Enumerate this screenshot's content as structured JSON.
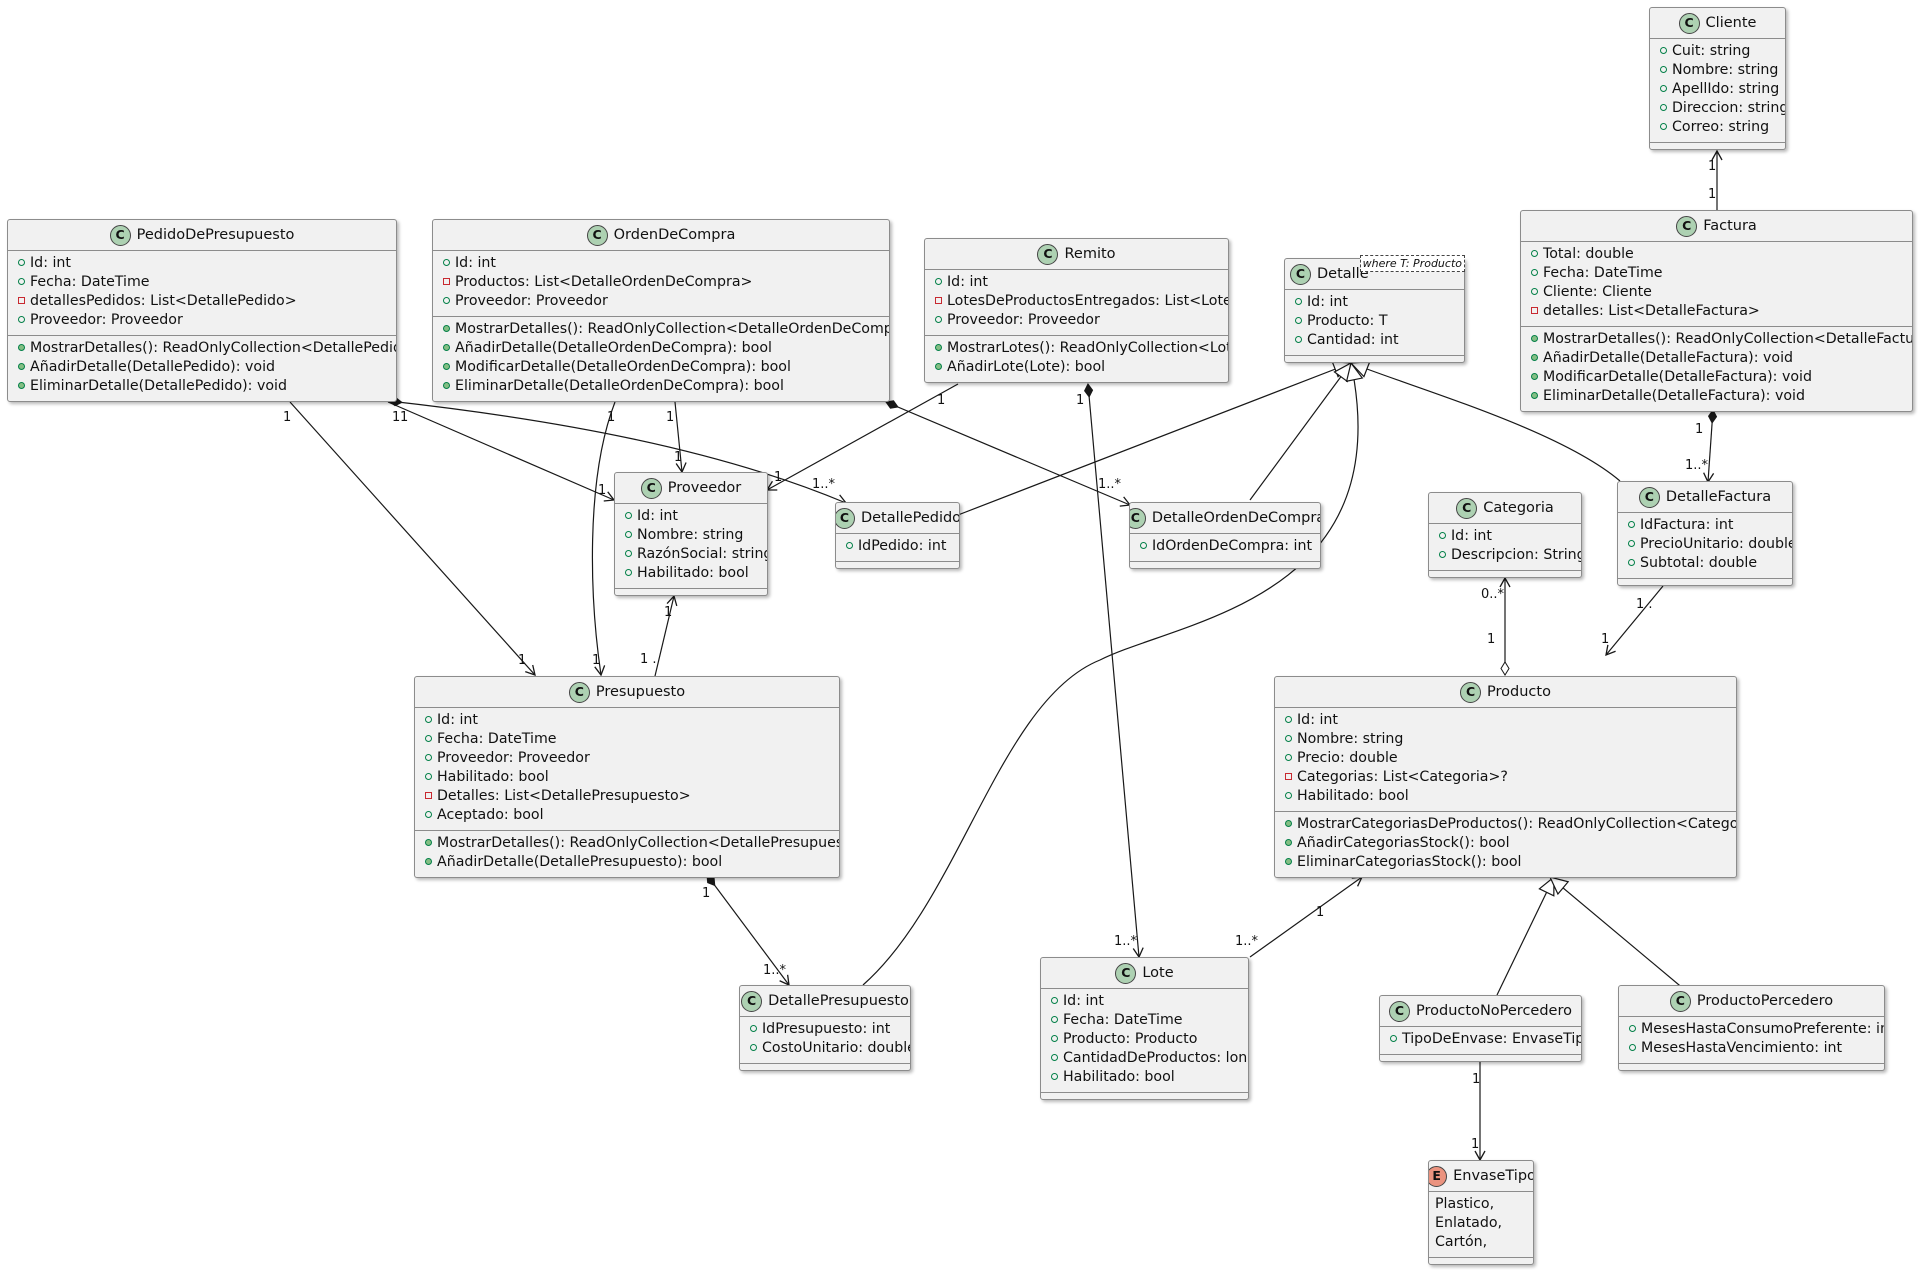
{
  "classes": {
    "cliente": {
      "name": "Cliente",
      "fields": [
        "Cuit: string",
        "Nombre: string",
        "ApellIdo: string",
        "Direccion: string",
        "Correo: string"
      ]
    },
    "factura": {
      "name": "Factura",
      "fields": [
        "Total: double",
        "Fecha: DateTime",
        "Cliente: Cliente",
        "detalles: List<DetalleFactura>"
      ],
      "methods": [
        "MostrarDetalles(): ReadOnlyCollection<DetalleFactura>",
        "AñadirDetalle(DetalleFactura): void",
        "ModificarDetalle(DetalleFactura): void",
        "EliminarDetalle(DetalleFactura): void"
      ]
    },
    "pedido": {
      "name": "PedidoDePresupuesto",
      "fields": [
        "Id: int",
        "Fecha: DateTime",
        "detallesPedidos: List<DetallePedido>",
        "Proveedor: Proveedor"
      ],
      "methods": [
        "MostrarDetalles(): ReadOnlyCollection<DetallePedido>",
        "AñadirDetalle(DetallePedido): void",
        "EliminarDetalle(DetallePedido): void"
      ]
    },
    "orden": {
      "name": "OrdenDeCompra",
      "fields": [
        "Id: int",
        "Productos: List<DetalleOrdenDeCompra>",
        "Proveedor: Proveedor"
      ],
      "methods": [
        "MostrarDetalles(): ReadOnlyCollection<DetalleOrdenDeCompra>",
        "AñadirDetalle(DetalleOrdenDeCompra): bool",
        "ModificarDetalle(DetalleOrdenDeCompra): bool",
        "EliminarDetalle(DetalleOrdenDeCompra): bool"
      ]
    },
    "remito": {
      "name": "Remito",
      "fields": [
        "Id: int",
        "LotesDeProductosEntregados: List<Lote>",
        "Proveedor: Proveedor"
      ],
      "methods": [
        "MostrarLotes(): ReadOnlyCollection<Lote>",
        "AñadirLote(Lote): bool"
      ]
    },
    "detalle": {
      "name": "Detalle",
      "type_param": "where T: Producto",
      "fields": [
        "Id: int",
        "Producto: T",
        "Cantidad: int"
      ]
    },
    "proveedor": {
      "name": "Proveedor",
      "fields": [
        "Id: int",
        "Nombre: string",
        "RazónSocial: string",
        "Habilitado: bool"
      ]
    },
    "detallepedido": {
      "name": "DetallePedido",
      "fields": [
        "IdPedido: int"
      ]
    },
    "detalleorden": {
      "name": "DetalleOrdenDeCompra",
      "fields": [
        "IdOrdenDeCompra: int"
      ]
    },
    "categoria": {
      "name": "Categoria",
      "fields": [
        "Id: int",
        "Descripcion: String"
      ]
    },
    "detallefactura": {
      "name": "DetalleFactura",
      "fields": [
        "IdFactura: int",
        "PrecioUnitario: double",
        "Subtotal: double"
      ]
    },
    "presupuesto": {
      "name": "Presupuesto",
      "fields": [
        "Id: int",
        "Fecha: DateTime",
        "Proveedor: Proveedor",
        "Habilitado: bool",
        "Detalles: List<DetallePresupuesto>",
        "Aceptado: bool"
      ],
      "methods": [
        "MostrarDetalles(): ReadOnlyCollection<DetallePresupuesto>",
        "AñadirDetalle(DetallePresupuesto): bool"
      ]
    },
    "producto": {
      "name": "Producto",
      "fields": [
        "Id: int",
        "Nombre: string",
        "Precio: double",
        "Categorias: List<Categoria>?",
        "Habilitado: bool"
      ],
      "methods": [
        "MostrarCategoriasDeProductos(): ReadOnlyCollection<Categoria>",
        "AñadirCategoriasStock(): bool",
        "EliminarCategoriasStock(): bool"
      ]
    },
    "detallepresupuesto": {
      "name": "DetallePresupuesto",
      "fields": [
        "IdPresupuesto: int",
        "CostoUnitario: double"
      ]
    },
    "lote": {
      "name": "Lote",
      "fields": [
        "Id: int",
        "Fecha: DateTime",
        "Producto: Producto",
        "CantidadDeProductos: long",
        "Habilitado: bool"
      ]
    },
    "noperecedero": {
      "name": "ProductoNoPercedero",
      "fields": [
        "TipoDeEnvase: EnvaseTipo"
      ]
    },
    "perecedero": {
      "name": "ProductoPercedero",
      "fields": [
        "MesesHastaConsumoPreferente: int",
        "MesesHastaVencimiento: int"
      ]
    },
    "envasetipo": {
      "name": "EnvaseTipo",
      "values": [
        "Plastico,",
        "Enlatado,",
        "Cartón,"
      ]
    }
  },
  "stereotype_letters": {
    "class": "C",
    "enum": "E"
  },
  "multiplicities": {
    "cliente_factura_a": "1",
    "cliente_factura_b": "1",
    "pedido_presupuesto_a": "1",
    "pedido_presupuesto_b": "1",
    "pedido_proveedor_a": "1",
    "pedido_proveedor_b": "1",
    "pedido_detallepedido_a": "1",
    "pedido_detallepedido_b": "1..*",
    "orden_presupuesto_a": "1",
    "orden_presupuesto_b": "1",
    "orden_proveedor_a": "1",
    "orden_proveedor_b": "1",
    "orden_detalleorden_b": "1..*",
    "remito_proveedor_a": "1",
    "remito_proveedor_b": "1",
    "remito_lote_a": "1",
    "remito_lote_b": "1..*",
    "factura_detallefactura_a": "1",
    "factura_detallefactura_b": "1..*",
    "presupuesto_proveedor_a": "1 .",
    "presupuesto_proveedor_b": "1",
    "presupuesto_detallepresupuesto_a": "1",
    "presupuesto_detallepresupuesto_b": "1..*",
    "producto_categoria_a": "1",
    "producto_categoria_b": "0..*",
    "detallefactura_producto_a": "1 .",
    "detallefactura_producto_b": "1",
    "lote_producto_a": "1..*",
    "lote_producto_b": "1",
    "noperecedero_envase_a": "1",
    "noperecedero_envase_b": "1"
  }
}
